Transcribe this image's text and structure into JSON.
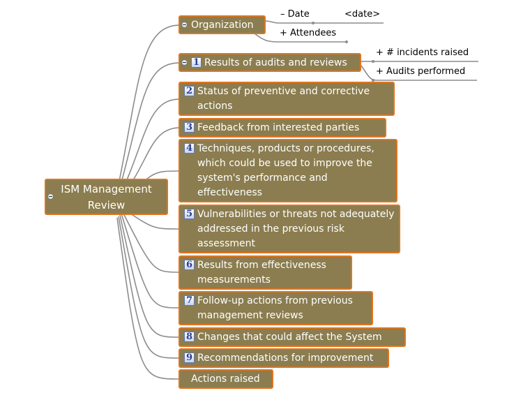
{
  "root": {
    "label": "ISM Management Review"
  },
  "organization": {
    "label": "Organization",
    "children": [
      {
        "prefix": "–",
        "label": "Date",
        "value": "<date>"
      },
      {
        "prefix": "+",
        "label": "Attendees"
      }
    ]
  },
  "topics": [
    {
      "number": "1",
      "label": "Results of audits and reviews",
      "children": [
        {
          "prefix": "+",
          "label": "# incidents raised"
        },
        {
          "prefix": "+",
          "label": "Audits performed"
        }
      ]
    },
    {
      "number": "2",
      "label": "Status of preventive and corrective actions"
    },
    {
      "number": "3",
      "label": "Feedback from interested parties"
    },
    {
      "number": "4",
      "label": "Techniques, products or procedures, which could be used to improve the system's performance and effectiveness"
    },
    {
      "number": "5",
      "label": "Vulnerabilities or threats not adequately addressed in the previous risk assessment"
    },
    {
      "number": "6",
      "label": "Results from effectiveness measurements"
    },
    {
      "number": "7",
      "label": "Follow-up actions from previous management reviews"
    },
    {
      "number": "8",
      "label": "Changes that could affect the System"
    },
    {
      "number": "9",
      "label": "Recommendations for improvement"
    }
  ],
  "actions": {
    "label": "Actions raised"
  },
  "colors": {
    "node_fill": "#8b7d4f",
    "node_border": "#e0751f",
    "connector": "#8c8c8c"
  }
}
